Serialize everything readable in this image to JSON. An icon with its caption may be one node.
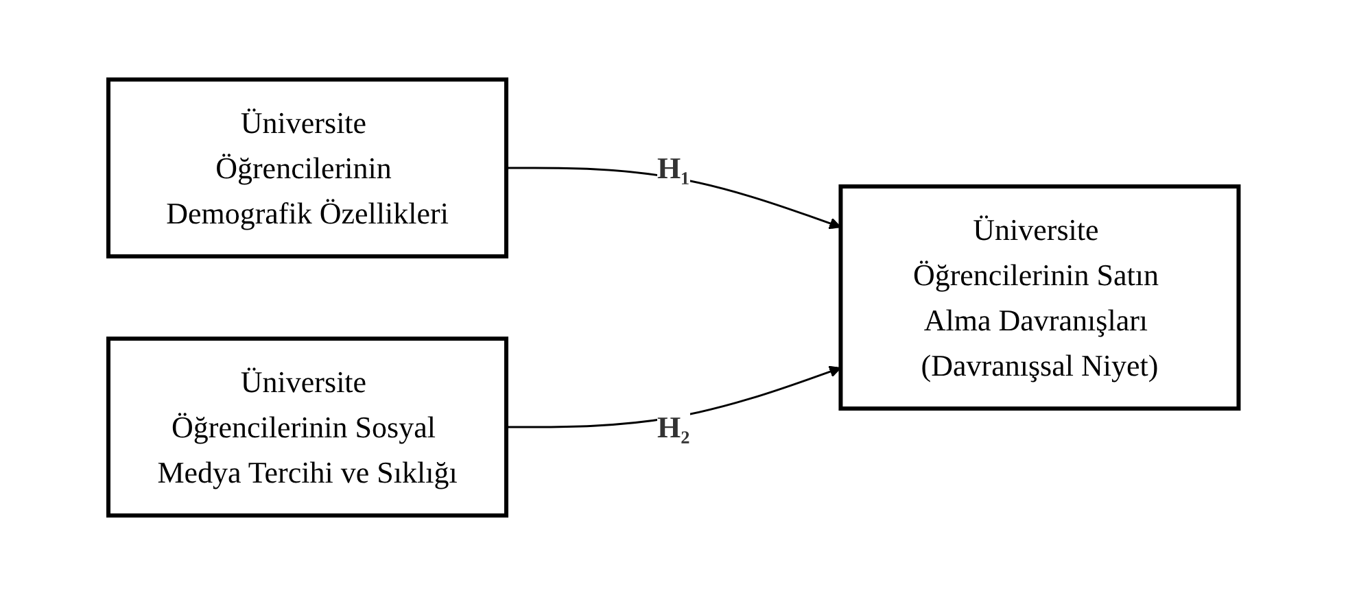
{
  "diagram": {
    "nodes": [
      {
        "text": [
          "Üniversite Öğrencilerinin Demografik Özellikleri"
        ]
      },
      {
        "text": [
          "Üniversite Öğrencilerinin Sosyal Medya Tercihi ve Sıklığı"
        ]
      },
      {
        "text": [
          "Üniversite Öğrencilerinin Satın Alma Davranışları (Davranışsal Niyet)"
        ]
      }
    ],
    "edges": [
      {
        "from": 0,
        "to": 2,
        "arrow": "to",
        "label": "H₁"
      },
      {
        "from": 1,
        "to": 2,
        "arrow": "to",
        "label": "H₂"
      }
    ]
  }
}
